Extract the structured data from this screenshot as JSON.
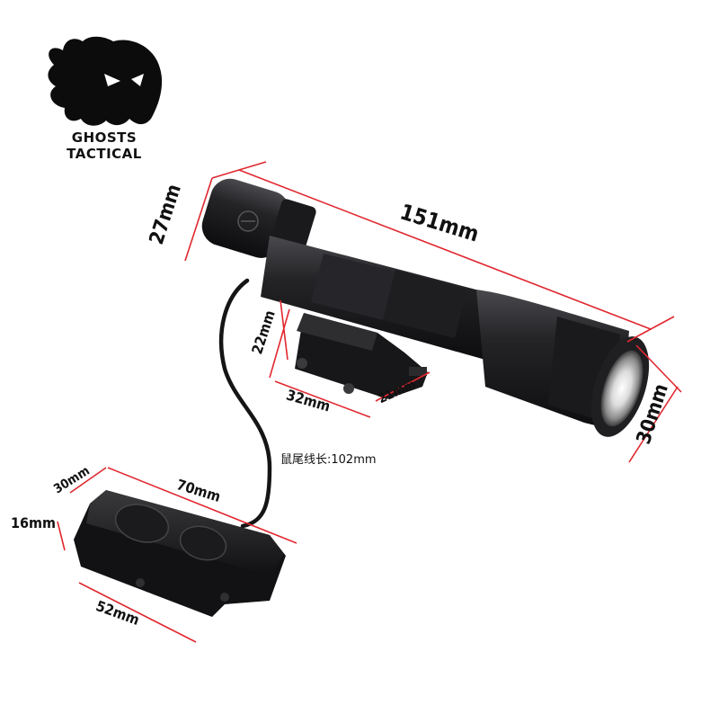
{
  "brand": {
    "name": "GHOSTS TACTICAL",
    "logo_icon": "ghost-logo-icon"
  },
  "dimensions": {
    "flashlight_length": "151mm",
    "head_diameter": "30mm",
    "tail_diameter": "27mm",
    "mount_height": "22mm",
    "mount_length": "32mm",
    "mount_width": "21mm",
    "switch_width": "30mm",
    "switch_height": "16mm",
    "switch_top_length": "70mm",
    "switch_bottom_length": "52mm"
  },
  "cable_note": "鼠尾线长:102mm",
  "colors": {
    "dimension_lines": "#e0282f",
    "product_body": "#1c1c1e",
    "text": "#111111"
  }
}
